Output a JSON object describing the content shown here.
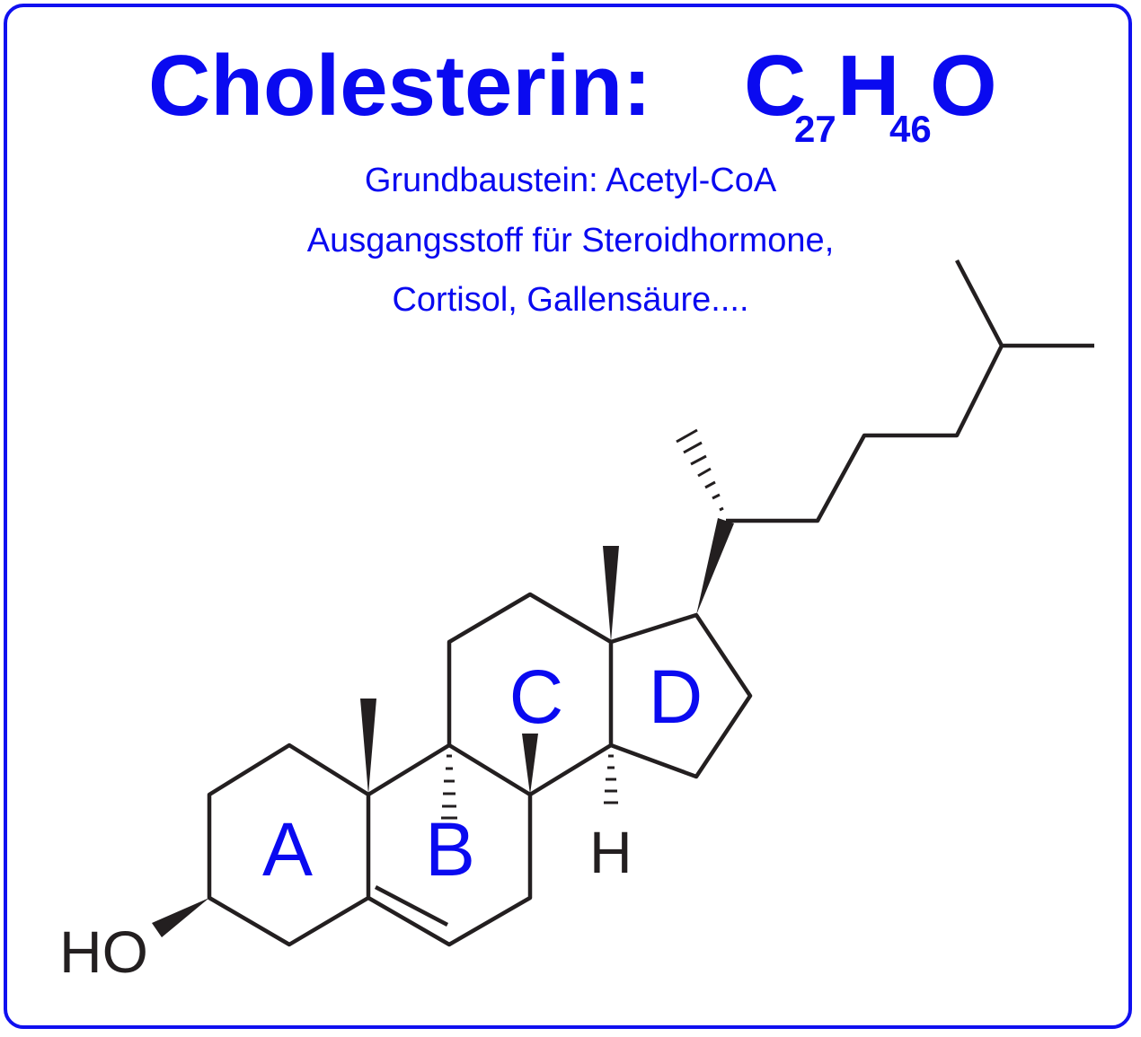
{
  "title": {
    "name": "Cholesterin:",
    "formula": {
      "c": "C",
      "c_sub": "27",
      "h": "H",
      "h_sub": "46",
      "o": "O"
    }
  },
  "subtitle": [
    "Grundbaustein: Acetyl-CoA",
    "Ausgangsstoff für Steroidhormone,",
    "Cortisol, Gallensäure...."
  ],
  "rings": {
    "a": "A",
    "b": "B",
    "c": "C",
    "d": "D"
  },
  "atoms": {
    "ho": "HO",
    "h": "H"
  },
  "colors": {
    "accent": "#0a0af0",
    "bond": "#231f20"
  }
}
